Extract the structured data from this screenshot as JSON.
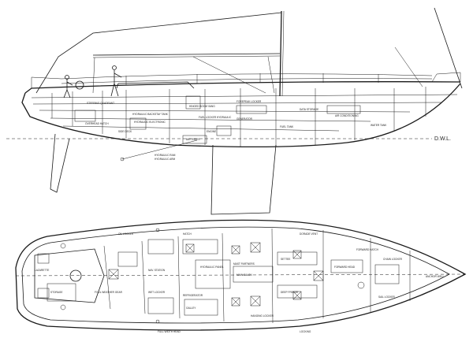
{
  "profile": {
    "waterline_label": "D.W.L.",
    "labels": [
      "OVERHEAD HATCH",
      "SIDE DECK",
      "HYDRAULIC BACKSTAY TANK",
      "HINGED BOOM VANG",
      "FUEL LOCKER HYDRAULIC",
      "AIR CONDITIONING",
      "FOREPEAK LOCKER",
      "HYDRAULIC RAM",
      "HYDRAULIC ARM",
      "STEERING QUADRANT",
      "ENGINE",
      "FUEL TANK",
      "WATER TANK",
      "GENERATOR",
      "HYDRAULIC ELECTRONIC",
      "BATTERIES",
      "DATA STORAGE"
    ]
  },
  "plan": {
    "labels": [
      "LAZARETTE",
      "OIL LOCKER",
      "FOUL WEATHER GEAR",
      "HATCH",
      "NAV. STATION",
      "WET LOCKER",
      "GALLEY",
      "MAIN SALON",
      "SETTEE",
      "FORWARD HEAD",
      "ANCHOR WELL",
      "CHAIN LOCKER",
      "FORWARD HATCH",
      "DORADE VENT",
      "SAIL LOCKER",
      "HYDRAULIC PANEL",
      "MAST PARTNERS",
      "DEEP FREEZE",
      "REFRIGERATOR",
      "STORAGE",
      "HANGING LOCKER",
      "FULL WIDTH HEAD",
      "LOCKING"
    ]
  }
}
